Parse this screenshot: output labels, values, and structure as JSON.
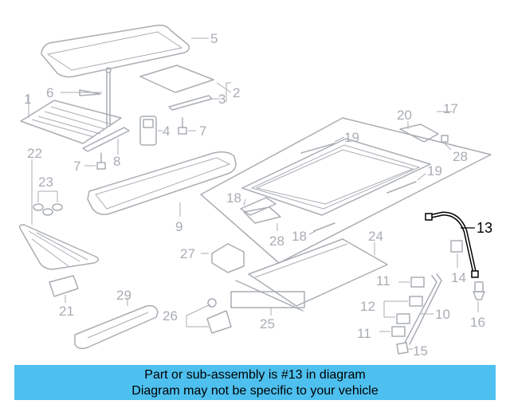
{
  "diagram": {
    "callouts": {
      "c1": "1",
      "c2": "2",
      "c3": "3",
      "c4": "4",
      "c5": "5",
      "c6": "6",
      "c7a": "7",
      "c7b": "7",
      "c8": "8",
      "c9": "9",
      "c10": "10",
      "c11a": "11",
      "c11b": "11",
      "c12": "12",
      "c13": "13",
      "c14": "14",
      "c15": "15",
      "c16": "16",
      "c17": "17",
      "c18a": "18",
      "c18b": "18",
      "c19a": "19",
      "c19b": "19",
      "c20": "20",
      "c21": "21",
      "c22": "22",
      "c23": "23",
      "c24": "24",
      "c25": "25",
      "c26": "26",
      "c27": "27",
      "c28a": "28",
      "c28b": "28",
      "c29": "29"
    },
    "highlight_part": "13",
    "colors": {
      "line_art": "#a9adb3",
      "highlight": "#000000",
      "banner": "#4ec0ef"
    }
  },
  "caption": {
    "line1": "Part or sub-assembly is #13 in diagram",
    "line2": "Diagram may not be specific to your vehicle"
  }
}
